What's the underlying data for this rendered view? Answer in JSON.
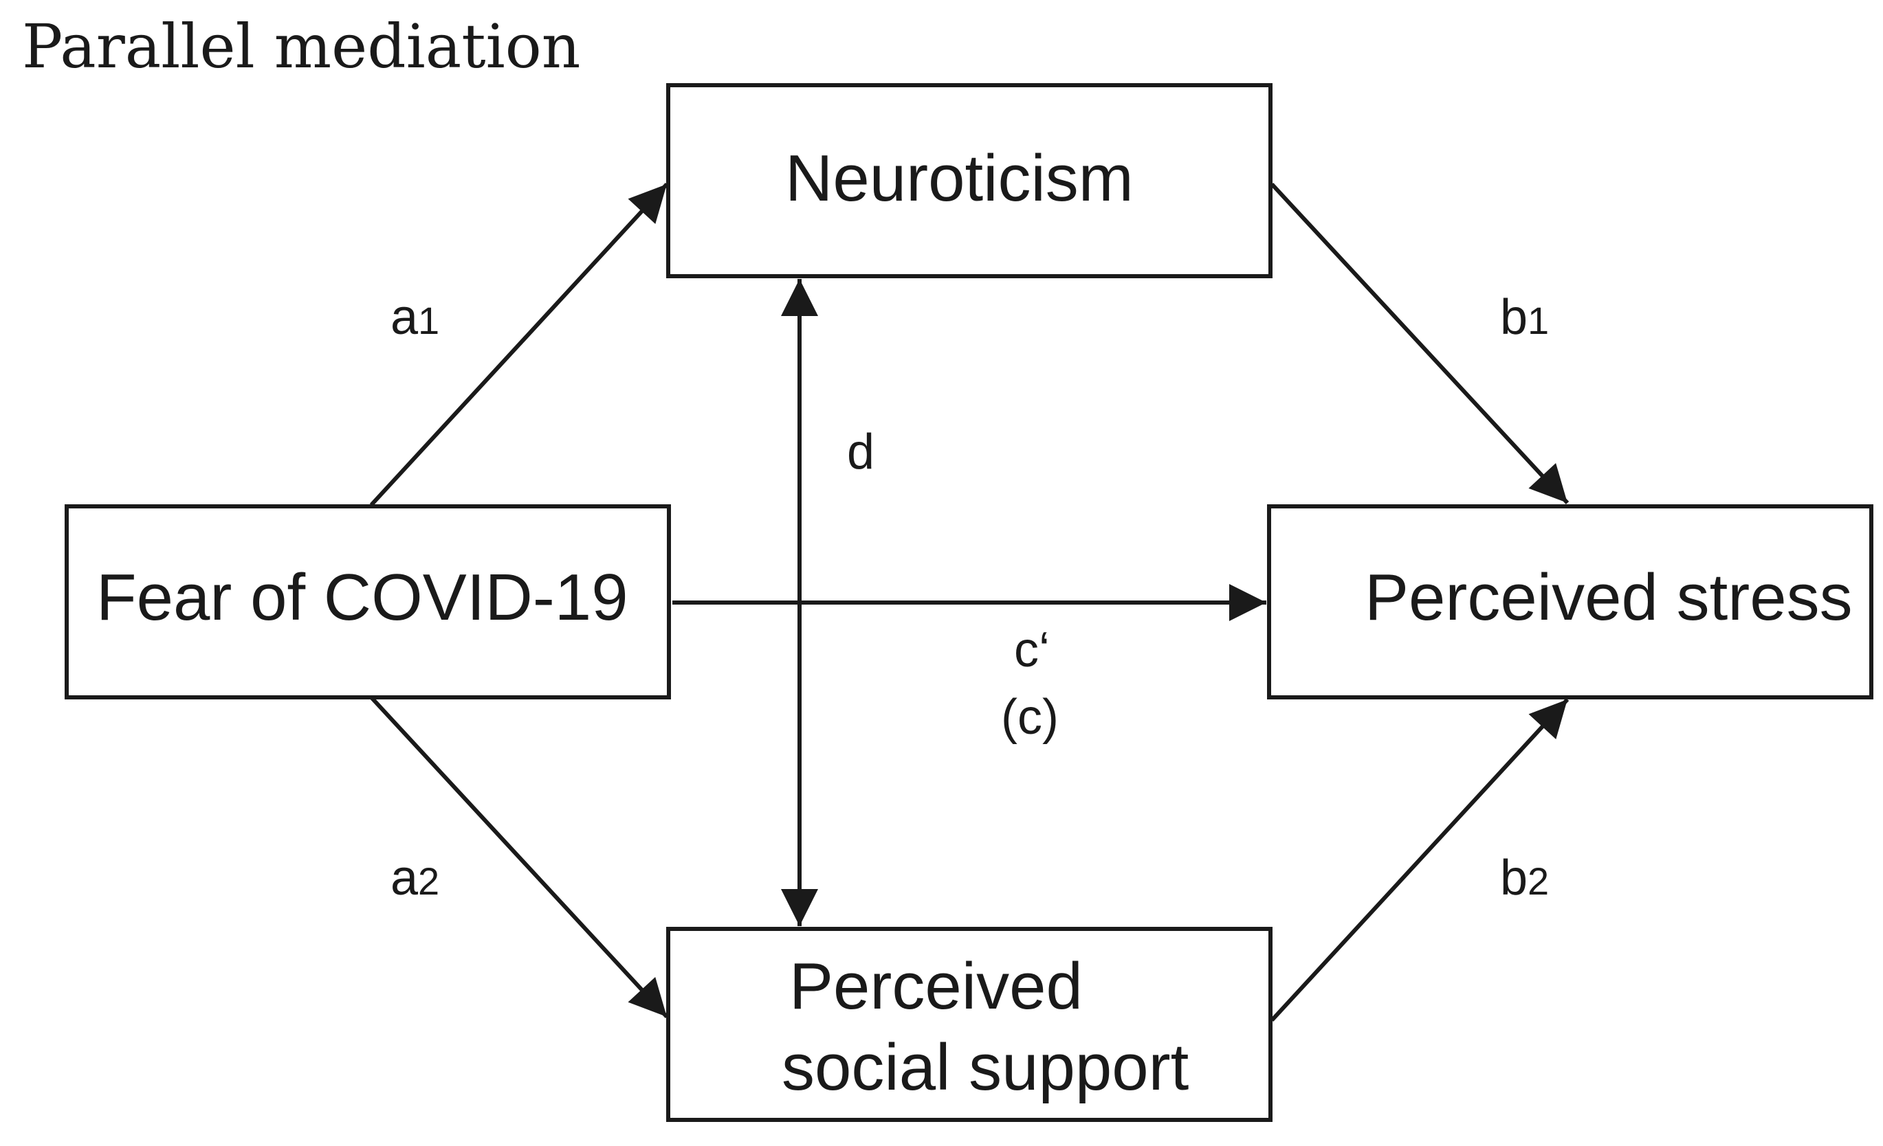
{
  "title": "Parallel mediation",
  "nodes": {
    "neuroticism": {
      "label": "Neuroticism"
    },
    "fear": {
      "label": "Fear of COVID-19"
    },
    "stress": {
      "label": "Perceived stress"
    },
    "support": {
      "line1": "Perceived",
      "line2": "social support"
    }
  },
  "paths": {
    "a1": {
      "letter": "a",
      "sub": "1"
    },
    "a2": {
      "letter": "a",
      "sub": "2"
    },
    "b1": {
      "letter": "b",
      "sub": "1"
    },
    "b2": {
      "letter": "b",
      "sub": "2"
    },
    "d": {
      "letter": "d"
    },
    "c_prime": {
      "label": "c‘",
      "total": "(c)"
    }
  },
  "colors": {
    "ink": "#1a1a1a",
    "background": "#ffffff"
  }
}
